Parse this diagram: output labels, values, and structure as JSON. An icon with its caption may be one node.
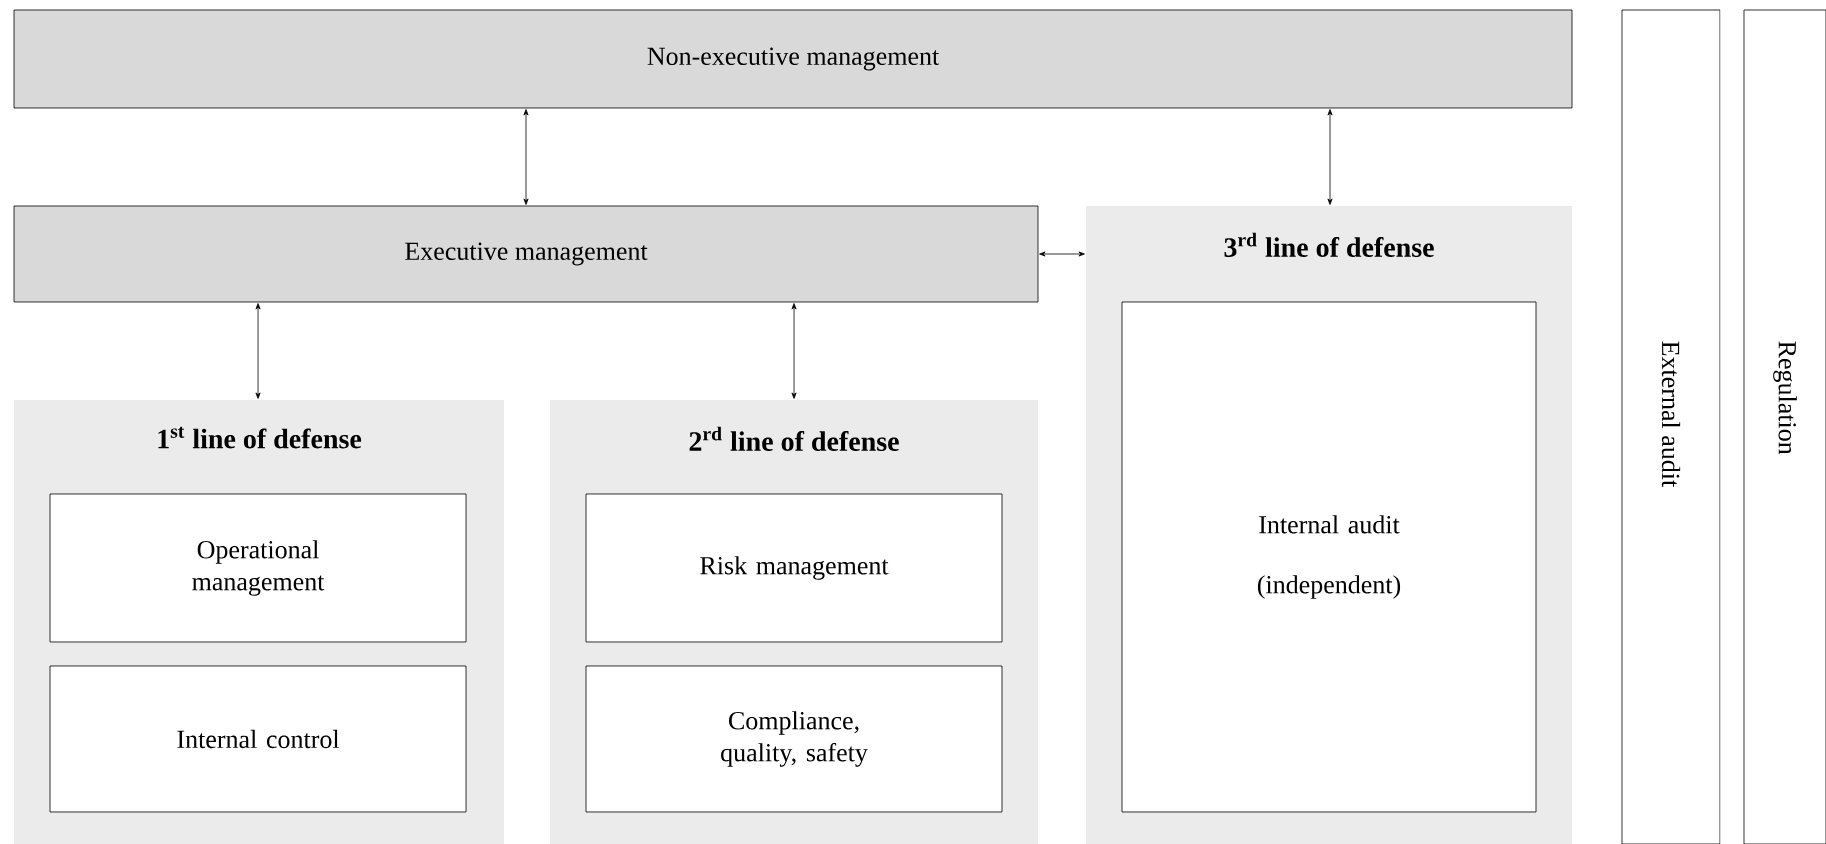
{
  "diagram": {
    "nodes": [
      {
        "text": [
          "Non-executive management"
        ]
      },
      {
        "text": [
          "Executive management"
        ]
      },
      {
        "text": [
          "3$^{rd}$ line of defense"
        ]
      },
      {
        "text": [
          "Internal audit",
          "(independent)"
        ],
        "in": 2
      },
      {
        "text": [
          "1$^{st}$ line of defense"
        ]
      },
      {
        "text": [
          "Operational management"
        ],
        "in": 4
      },
      {
        "text": [
          "Internal control"
        ],
        "in": 4
      },
      {
        "text": [
          "2$^{rd}$ line of defense"
        ]
      },
      {
        "text": [
          "Risk management"
        ],
        "in": 7
      },
      {
        "text": [
          "Compliance, quality, safety"
        ],
        "in": 7
      },
      {
        "text": [
          "External audit"
        ]
      },
      {
        "text": [
          "Regulation"
        ]
      }
    ],
    "edges": [
      {
        "from": 0,
        "to": 1,
        "arrow": "both"
      },
      {
        "from": 0,
        "to": 2,
        "arrow": "both"
      },
      {
        "from": 1,
        "to": 2,
        "arrow": "both"
      },
      {
        "from": 1,
        "to": 4,
        "arrow": "both"
      },
      {
        "from": 1,
        "to": 7,
        "arrow": "both"
      }
    ]
  }
}
